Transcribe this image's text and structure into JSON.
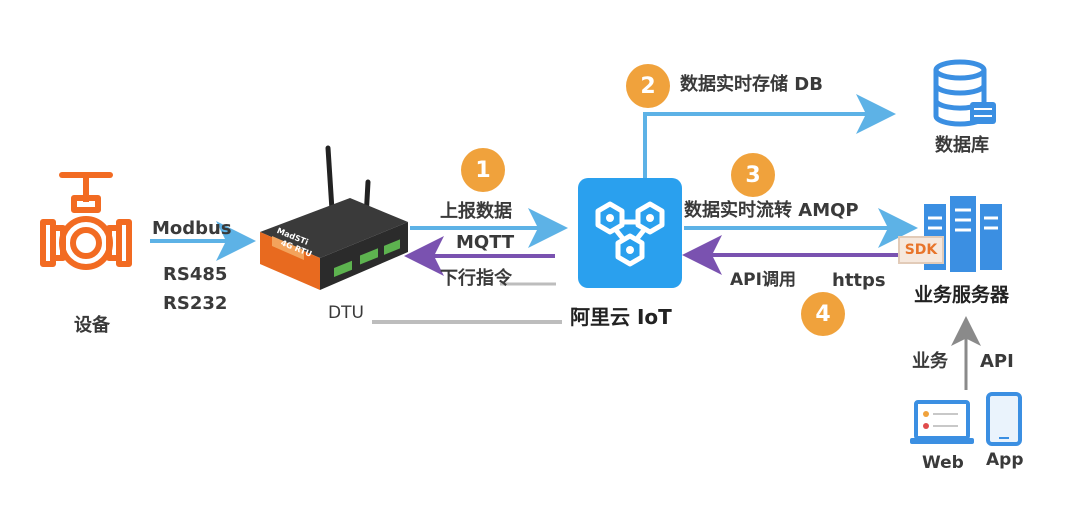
{
  "colors": {
    "device_orange": "#f26b22",
    "arrow_blue": "#5db2e6",
    "arrow_purple": "#7a52b0",
    "arrow_gray": "#bdbdbd",
    "badge_orange": "#f0a23c",
    "iot_blue": "#2aa0ee",
    "server_blue": "#3b8fe2"
  },
  "device": {
    "label": "设备"
  },
  "device_link": {
    "protocol": "Modbus",
    "iface1": "RS485",
    "iface2": "RS232"
  },
  "dtu": {
    "label": "DTU",
    "brand": "MadSTi",
    "model": "4G RTU"
  },
  "uplink": {
    "step": "1",
    "label": "上报数据",
    "protocol": "MQTT"
  },
  "downlink": {
    "label": "下行指令"
  },
  "iot": {
    "label": "阿里云 IoT"
  },
  "storage": {
    "step": "2",
    "label": "数据实时存储 DB"
  },
  "database": {
    "label": "数据库"
  },
  "forward": {
    "step": "3",
    "label": "数据实时流转 AMQP"
  },
  "api_call": {
    "step": "4",
    "label": "API调用",
    "protocol": "https"
  },
  "server": {
    "label": "业务服务器",
    "sdk": "SDK"
  },
  "biz_api": {
    "label": "业务",
    "api": "API"
  },
  "clients": {
    "web": "Web",
    "app": "App"
  }
}
